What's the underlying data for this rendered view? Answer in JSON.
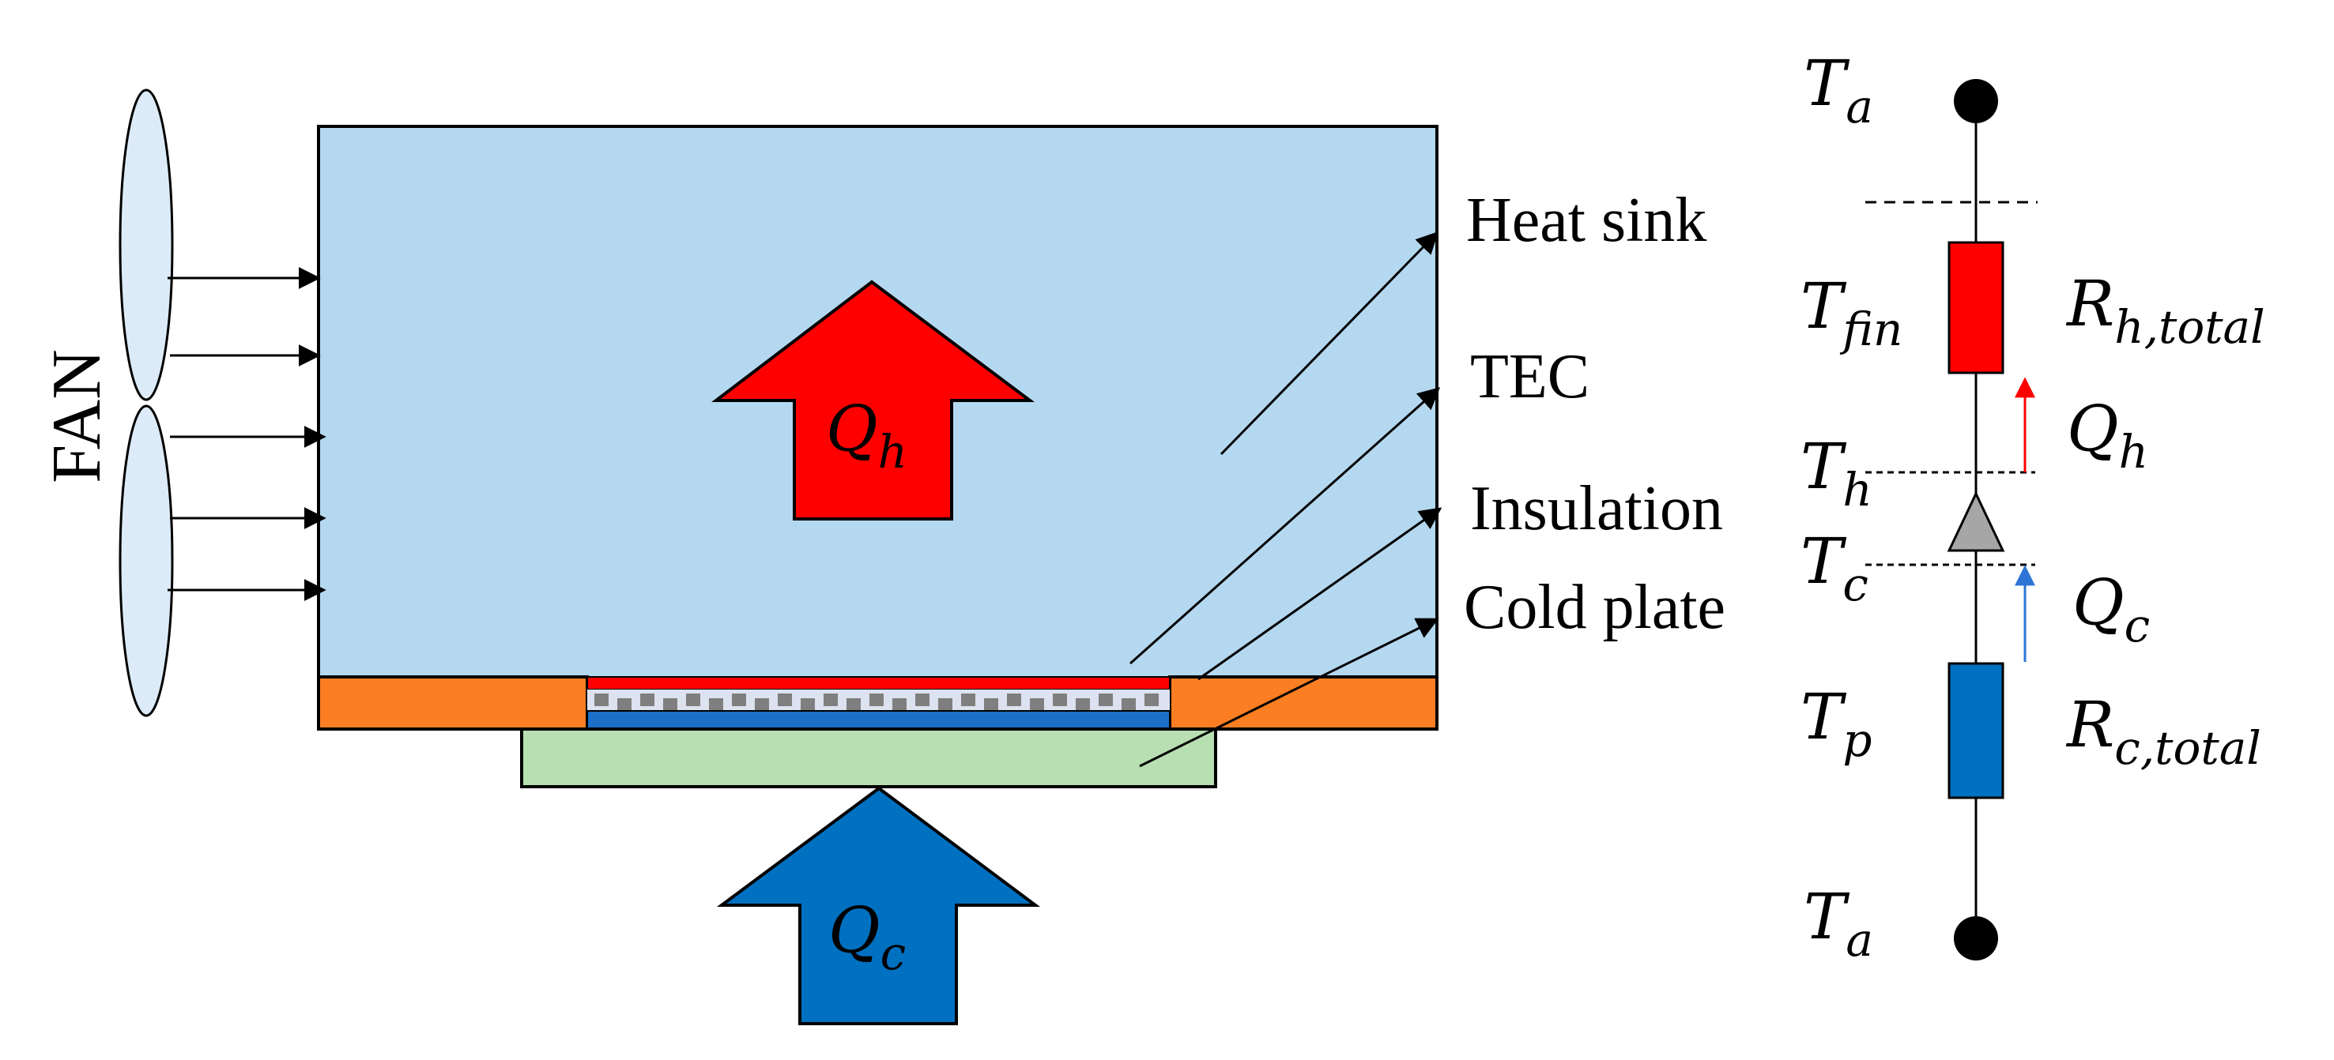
{
  "labels": {
    "fan": "FAN",
    "heat_sink": "Heat sink",
    "tec": "TEC",
    "insulation": "Insulation",
    "cold_plate": "Cold plate"
  },
  "flows": {
    "hot": {
      "base": "Q",
      "sub": "h"
    },
    "cold": {
      "base": "Q",
      "sub": "c"
    }
  },
  "circuit": {
    "top_node": {
      "base": "T",
      "sub": "a"
    },
    "fin_node": {
      "base": "T",
      "sub": "fin"
    },
    "hot_node": {
      "base": "T",
      "sub": "h"
    },
    "cold_node": {
      "base": "T",
      "sub": "c"
    },
    "plate_node": {
      "base": "T",
      "sub": "p"
    },
    "bottom_node": {
      "base": "T",
      "sub": "a"
    },
    "hot_resistor": {
      "base": "R",
      "sub": "h,total"
    },
    "cold_resistor": {
      "base": "R",
      "sub": "c,total"
    },
    "hot_flow": {
      "base": "Q",
      "sub": "h"
    },
    "cold_flow": {
      "base": "Q",
      "sub": "c"
    }
  },
  "colors": {
    "heat_sink": "#b4d8ef",
    "insulation": "#fb7e23",
    "cold_plate": "#b8dfb2",
    "tec_hot": "#ff0000",
    "tec_cold": "#1e6fc6",
    "hot_flow": "#ff0000",
    "cold_flow": "#0070c0",
    "fan_blade": "#dcebf7",
    "resistor_hot": "#ff0000",
    "resistor_cold": "#0070c0",
    "tec_symbol": "#a6a6a6"
  }
}
